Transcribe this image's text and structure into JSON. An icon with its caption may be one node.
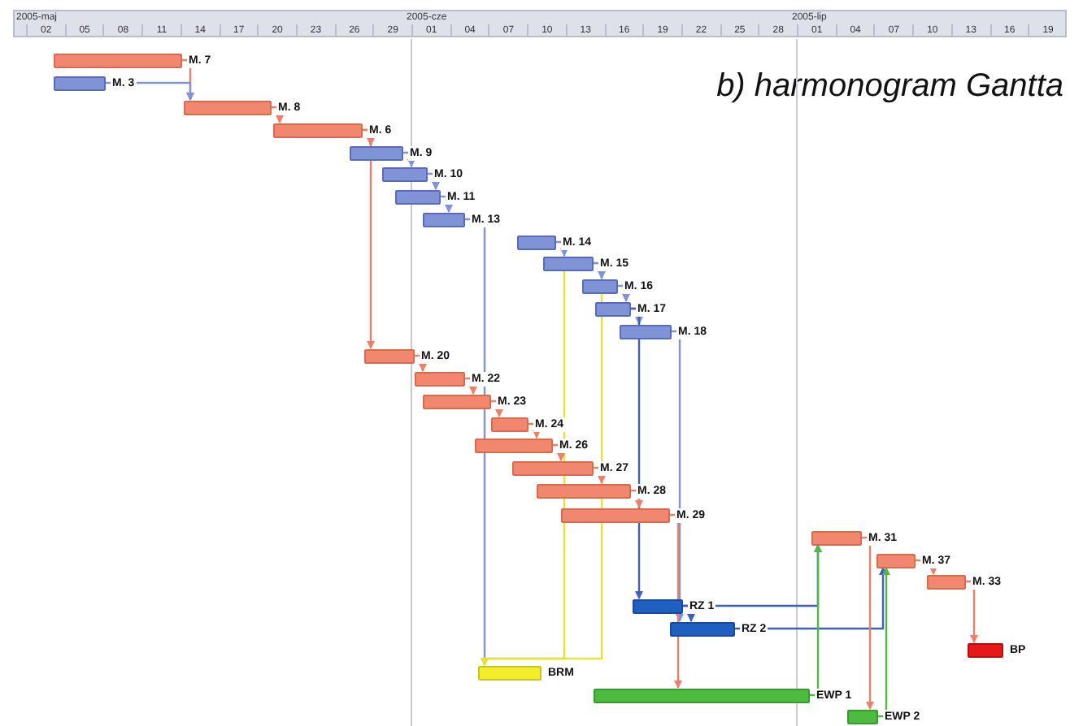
{
  "diagram": {
    "title": "b) harmonogram Gantta",
    "nodes": [
      {
        "text": [
          "M. 7"
        ]
      },
      {
        "text": [
          "M. 3"
        ]
      },
      {
        "text": [
          "M. 8"
        ]
      },
      {
        "text": [
          "M. 6"
        ]
      },
      {
        "text": [
          "M. 9"
        ]
      },
      {
        "text": [
          "M. 10"
        ]
      },
      {
        "text": [
          "M. 11"
        ]
      },
      {
        "text": [
          "M. 13"
        ]
      },
      {
        "text": [
          "M. 14"
        ]
      },
      {
        "text": [
          "M. 15"
        ]
      },
      {
        "text": [
          "M. 16"
        ]
      },
      {
        "text": [
          "M. 17"
        ]
      },
      {
        "text": [
          "M. 18"
        ]
      },
      {
        "text": [
          "M. 20"
        ]
      },
      {
        "text": [
          "M. 22"
        ]
      },
      {
        "text": [
          "M. 23"
        ]
      },
      {
        "text": [
          "M. 24"
        ]
      },
      {
        "text": [
          "M. 26"
        ]
      },
      {
        "text": [
          "M. 27"
        ]
      },
      {
        "text": [
          "M. 28"
        ]
      },
      {
        "text": [
          "M. 29"
        ]
      },
      {
        "text": [
          "M. 31"
        ]
      },
      {
        "text": [
          "M. 37"
        ]
      },
      {
        "text": [
          "M. 33"
        ]
      },
      {
        "text": [
          "RZ 1"
        ]
      },
      {
        "text": [
          "RZ 2"
        ]
      },
      {
        "text": [
          "BP"
        ]
      },
      {
        "text": [
          "BRM"
        ]
      },
      {
        "text": [
          "EWP 1"
        ]
      },
      {
        "text": [
          "EWP 2"
        ]
      }
    ],
    "edges": [
      {
        "from": 0,
        "to": 2,
        "arrow": "to"
      },
      {
        "from": 1,
        "to": 2,
        "arrow": "to",
        "color": "#7f93d6"
      },
      {
        "from": 2,
        "to": 3,
        "arrow": "to"
      },
      {
        "from": 3,
        "to": 4,
        "arrow": "to"
      },
      {
        "from": 3,
        "to": 13,
        "arrow": "to"
      },
      {
        "from": 4,
        "to": 5,
        "arrow": "to",
        "color": "#7f93d6"
      },
      {
        "from": 5,
        "to": 6,
        "arrow": "to",
        "color": "#7f93d6"
      },
      {
        "from": 6,
        "to": 7,
        "arrow": "to",
        "color": "#7f93d6"
      },
      {
        "from": 7,
        "to": 27,
        "arrow": "to",
        "color": "#7f93d6"
      },
      {
        "from": 8,
        "to": 27,
        "arrow": "to",
        "color": "#e6e23c"
      },
      {
        "from": 9,
        "to": 27,
        "arrow": "to",
        "color": "#e6e23c"
      },
      {
        "from": 8,
        "to": 9,
        "arrow": "to",
        "color": "#7f93d6"
      },
      {
        "from": 9,
        "to": 10,
        "arrow": "to",
        "color": "#7f93d6"
      },
      {
        "from": 10,
        "to": 11,
        "arrow": "to",
        "color": "#7f93d6"
      },
      {
        "from": 11,
        "to": 12,
        "arrow": "to",
        "color": "#7f93d6"
      },
      {
        "from": 11,
        "to": 24,
        "arrow": "to",
        "color": "#3f5fc0"
      },
      {
        "from": 12,
        "to": 25,
        "arrow": "to",
        "color": "#7f93d6"
      },
      {
        "from": 24,
        "to": 25,
        "arrow": "to",
        "color": "#3f5fc0"
      },
      {
        "from": 13,
        "to": 14,
        "arrow": "to"
      },
      {
        "from": 14,
        "to": 15,
        "arrow": "to"
      },
      {
        "from": 15,
        "to": 16,
        "arrow": "to"
      },
      {
        "from": 16,
        "to": 17,
        "arrow": "to"
      },
      {
        "from": 17,
        "to": 18,
        "arrow": "to"
      },
      {
        "from": 18,
        "to": 19,
        "arrow": "to"
      },
      {
        "from": 19,
        "to": 20,
        "arrow": "to"
      },
      {
        "from": 20,
        "to": 28,
        "arrow": "to"
      },
      {
        "from": 24,
        "to": 21,
        "arrow": "to",
        "color": "#3f5fc0"
      },
      {
        "from": 25,
        "to": 22,
        "arrow": "to",
        "color": "#3f5fc0"
      },
      {
        "from": 28,
        "to": 21,
        "arrow": "to",
        "color": "#4cbb40"
      },
      {
        "from": 21,
        "to": 29,
        "arrow": "to"
      },
      {
        "from": 29,
        "to": 22,
        "arrow": "to",
        "color": "#4cbb40"
      },
      {
        "from": 22,
        "to": 23,
        "arrow": "to"
      },
      {
        "from": 23,
        "to": 26,
        "arrow": "to"
      }
    ],
    "labels": [
      "2005-maj",
      "2005-cze",
      "2005-lip",
      "02",
      "05",
      "08",
      "11",
      "14",
      "17",
      "20",
      "23",
      "26",
      "29",
      "01",
      "04",
      "07",
      "10",
      "13",
      "16",
      "19",
      "22",
      "25",
      "28",
      "01",
      "04",
      "07",
      "10",
      "13",
      "16",
      "19"
    ]
  }
}
